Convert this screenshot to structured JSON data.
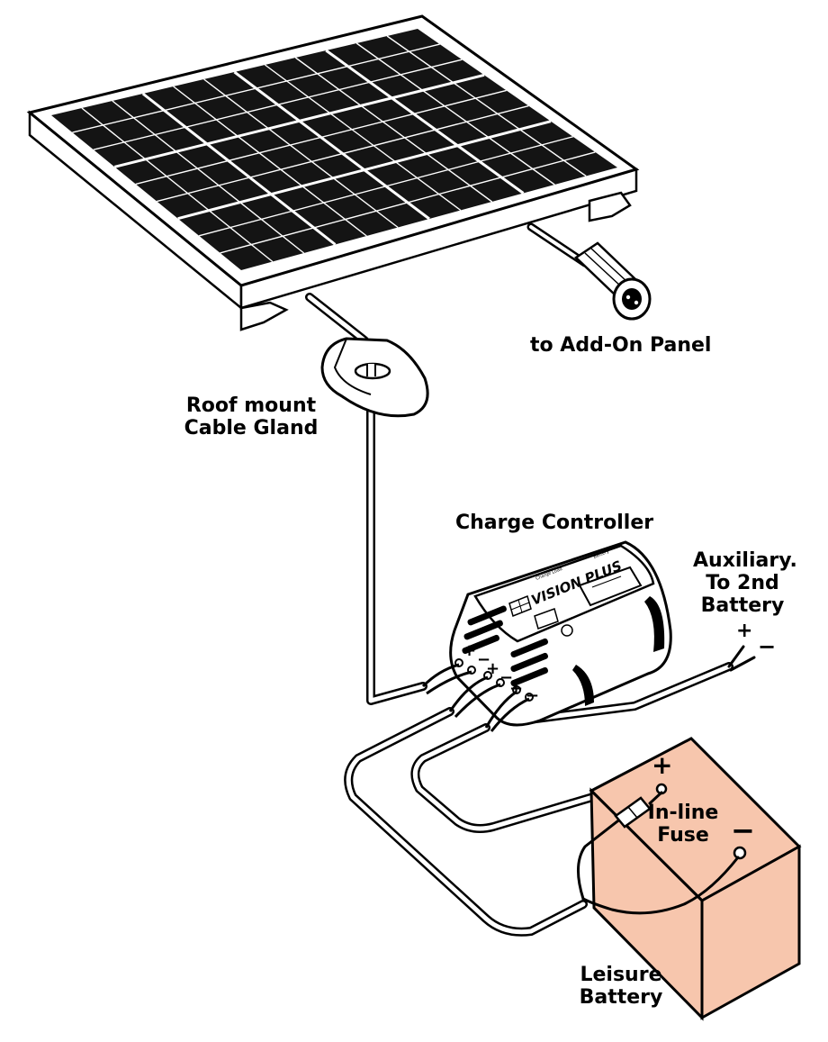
{
  "labels": {
    "add_on_panel": "to Add-On Panel",
    "cable_gland_line1": "Roof mount",
    "cable_gland_line2": "Cable Gland",
    "charge_controller": "Charge Controller",
    "auxiliary_line1": "Auxiliary.",
    "auxiliary_line2": "To 2nd",
    "auxiliary_line3": "Battery",
    "inline_fuse_line1": "In-line",
    "inline_fuse_line2": "Fuse",
    "leisure_battery_line1": "Leisure",
    "leisure_battery_line2": "Battery"
  },
  "controller": {
    "brand": "VISION PLUS",
    "indicator_charge": "Charge",
    "indicator_load": "Load",
    "indicator_battery": "Battery",
    "terminal_signs": [
      "+",
      "−",
      "+",
      "−",
      "+",
      "−"
    ]
  },
  "polarity": {
    "aux_plus": "+",
    "aux_minus": "−",
    "battery_plus": "+",
    "battery_minus": "−"
  },
  "colors": {
    "battery_fill": "#f7c6ad",
    "line": "#000000",
    "cell": "#141414"
  }
}
